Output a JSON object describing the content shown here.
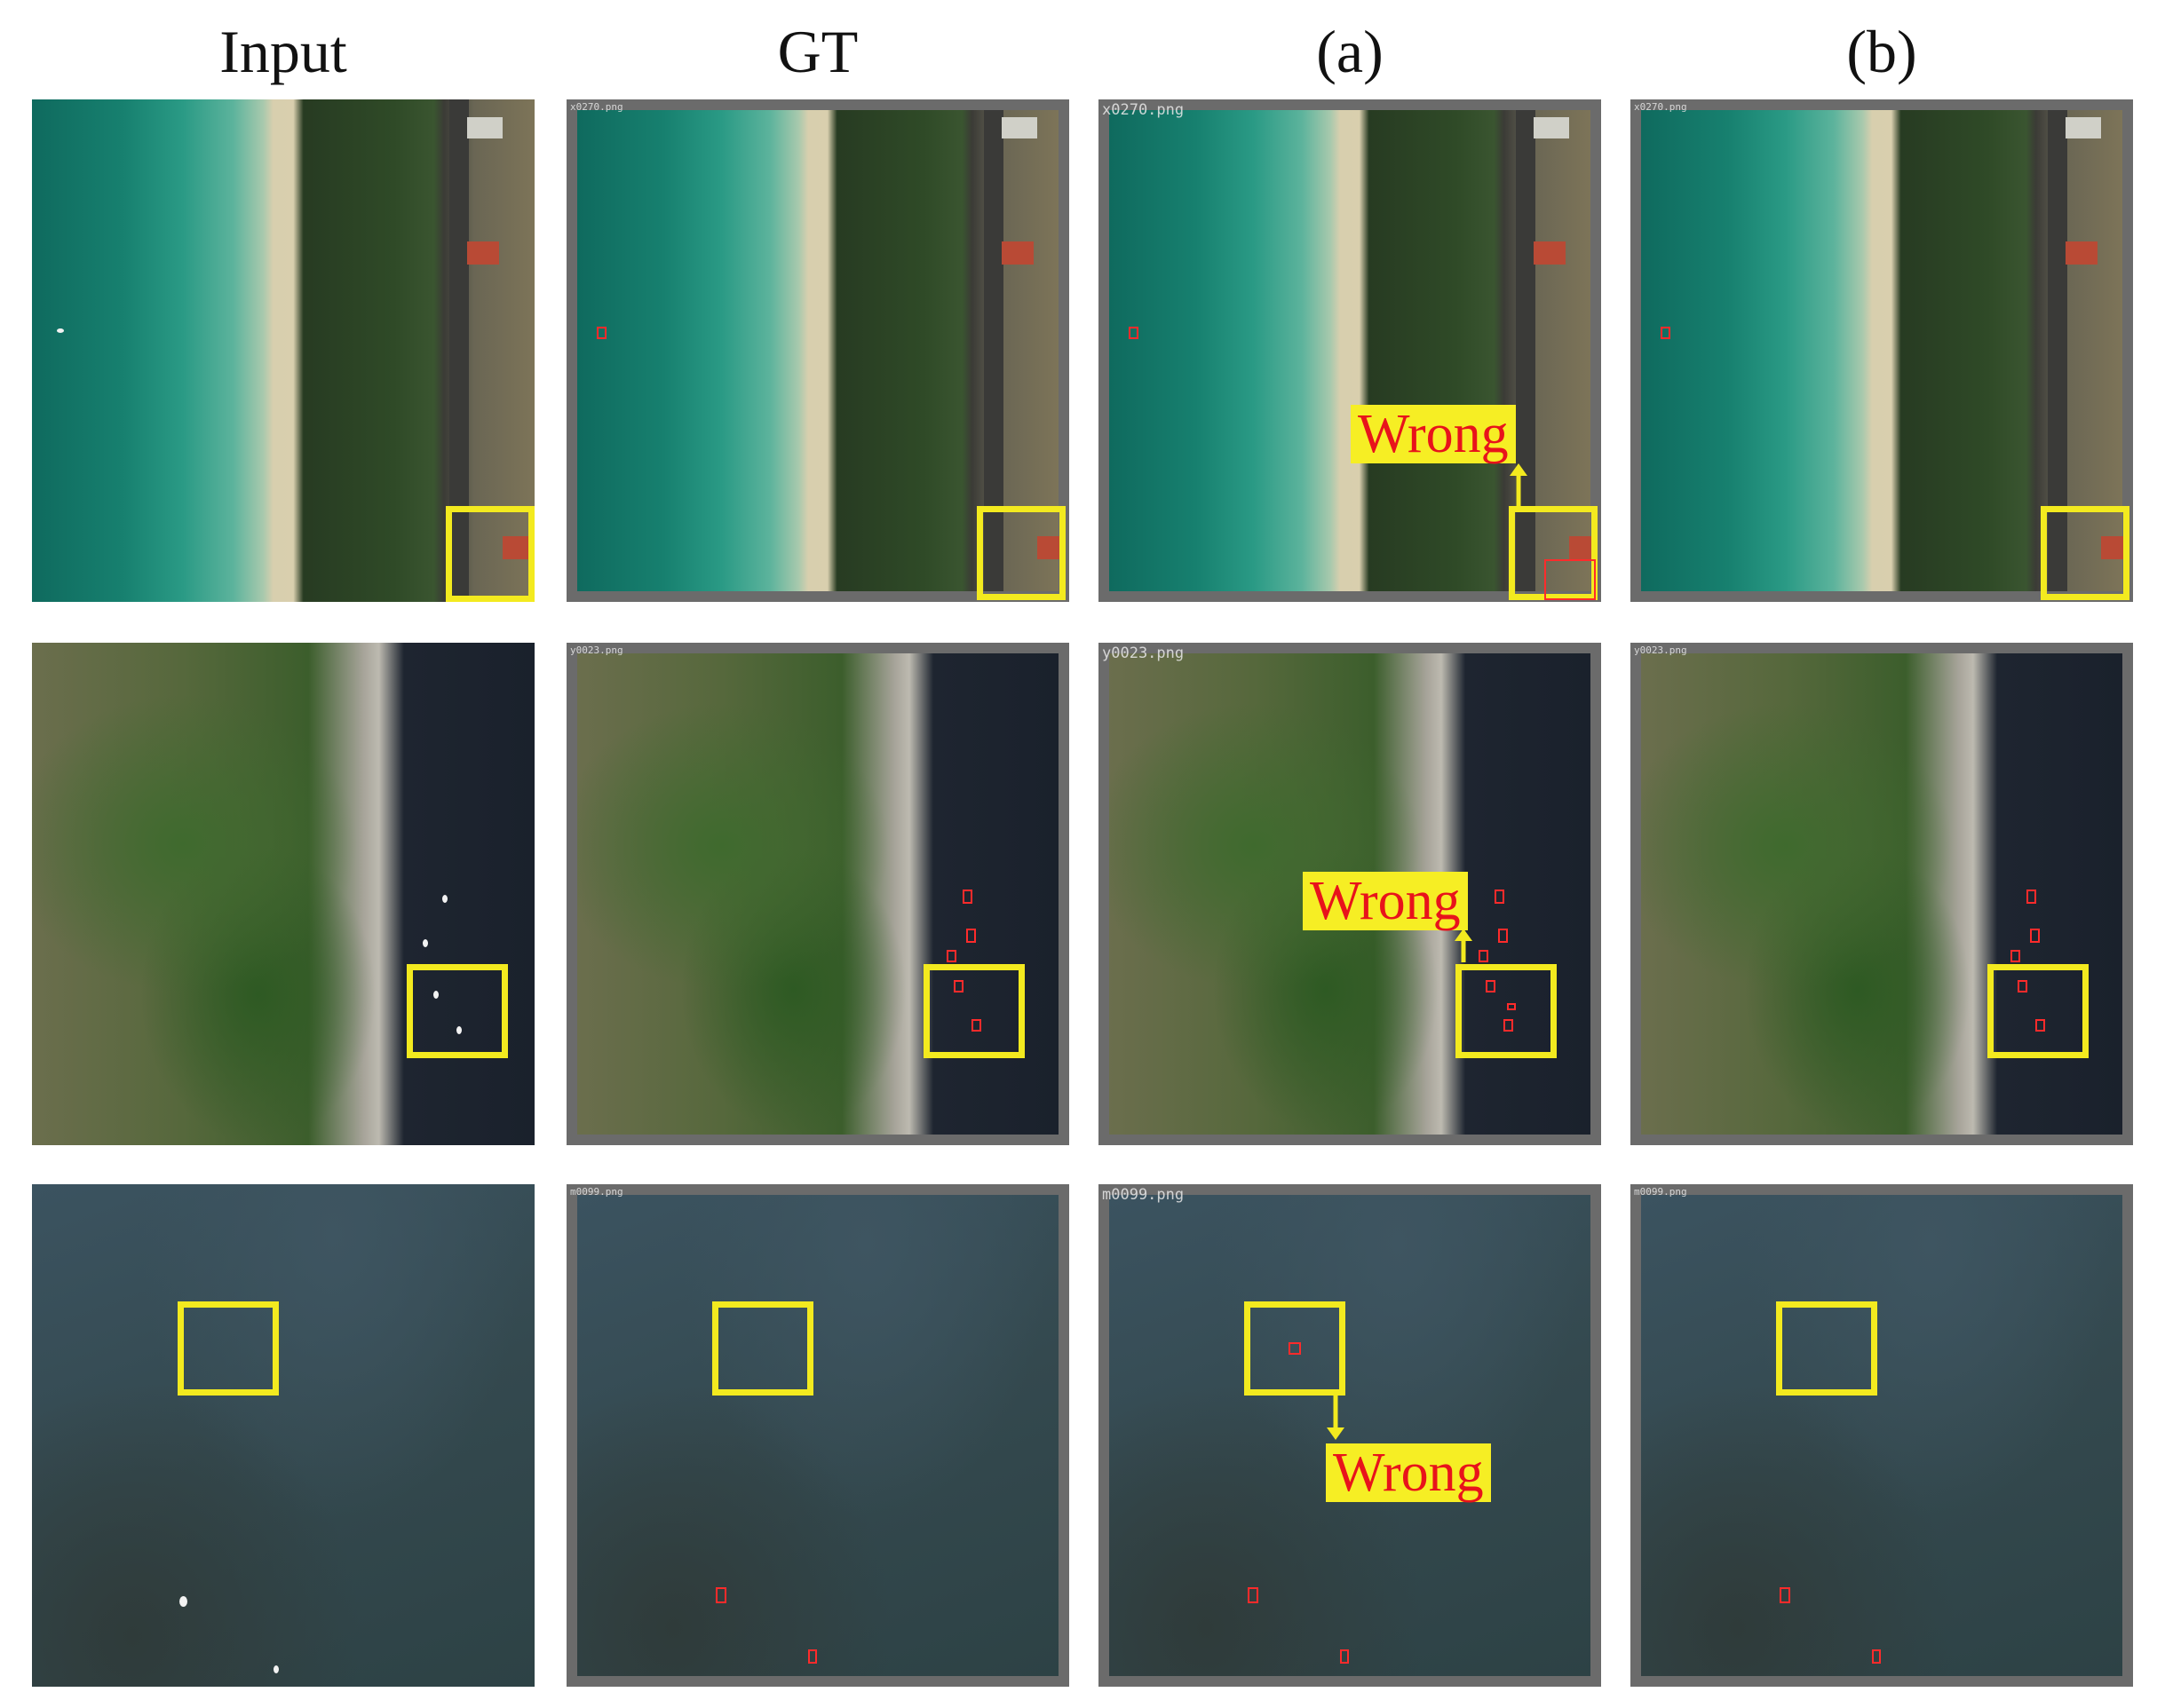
{
  "column_headers": [
    "Input",
    "GT",
    "(a)",
    "(b)"
  ],
  "filenames": {
    "row1": "x0270.png",
    "row2": "y0023.png",
    "row3": "m0099.png"
  },
  "annotation": {
    "wrong_label": "Wrong"
  },
  "colors": {
    "highlight_box": "#f3ea1f",
    "detection_box": "#ff2b2b",
    "wrong_text": "#e8131b",
    "wrong_bg": "#f6ee24",
    "frame": "#6b6b6b"
  }
}
